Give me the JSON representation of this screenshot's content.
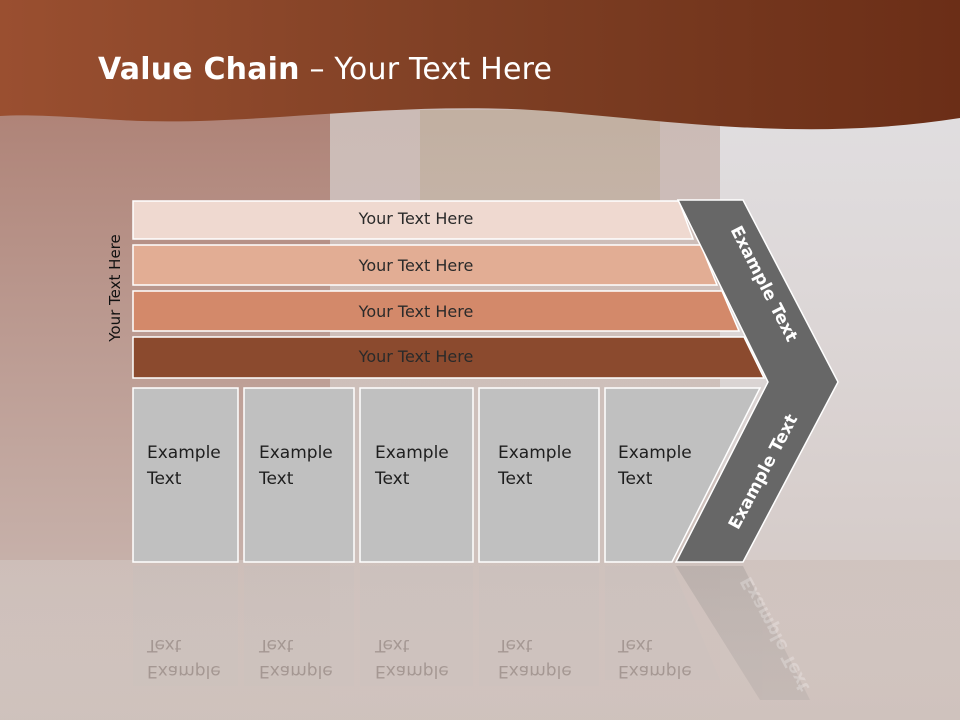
{
  "title": {
    "bold": "Value Chain",
    "rest": " – Your Text Here"
  },
  "side_label": "Your Text Here",
  "bars": [
    "Your Text Here",
    "Your Text Here",
    "Your Text Here",
    "Your Text Here"
  ],
  "boxes": [
    {
      "line1": "Example",
      "line2": "Text"
    },
    {
      "line1": "Example",
      "line2": "Text"
    },
    {
      "line1": "Example",
      "line2": "Text"
    },
    {
      "line1": "Example",
      "line2": "Text"
    },
    {
      "line1": "Example",
      "line2": "Text"
    }
  ],
  "chevron": {
    "upper": "Example Text",
    "lower": "Example Text"
  },
  "colors": {
    "header": "#7a3a22",
    "bar1": "#efd9d0",
    "bar2": "#e2ad94",
    "bar3": "#d3896a",
    "bar4": "#8b4a2e",
    "box": "#c0c0c0",
    "chevron": "#676767"
  }
}
